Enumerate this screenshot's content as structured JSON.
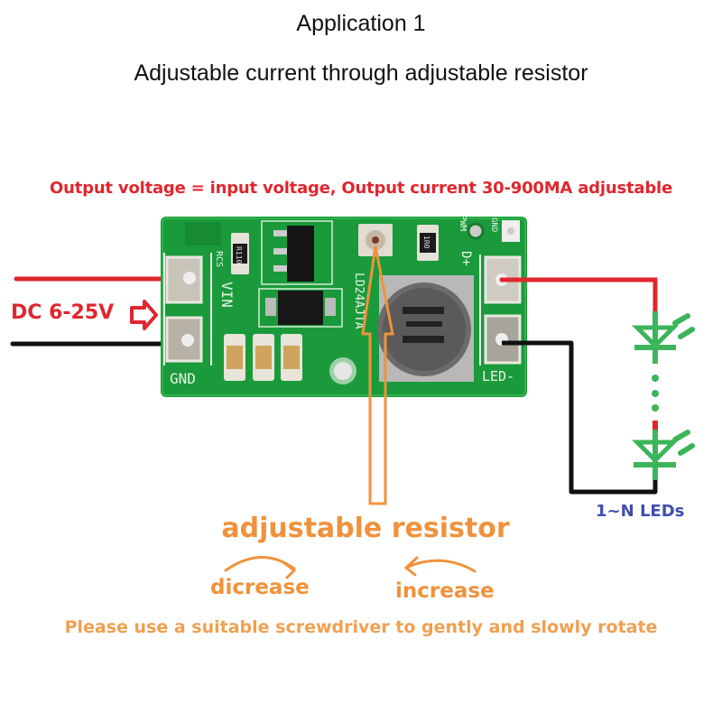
{
  "header": {
    "title": "Application 1",
    "subtitle": "Adjustable current through adjustable resistor"
  },
  "spec_note": "Output voltage = input voltage, Output current 30-900MA adjustable",
  "input": {
    "label": "DC 6-25V",
    "arrow_icon": "right-arrow-icon",
    "wire_colors": {
      "positive": "#e0262e",
      "negative": "#111111"
    }
  },
  "board": {
    "pcb_color": "#1a9a3a",
    "silkscreen": {
      "vin": "VIN",
      "gnd": "GND",
      "led_plus": "D+",
      "led_minus": "LED-",
      "pwm": "PWM",
      "gnd_small": "GND",
      "chip": "LD24AJTA",
      "rcs": "RCS",
      "resistor_code": "R110",
      "resistor2_code": "1R0"
    }
  },
  "output": {
    "led_label": "1~N LEDs",
    "led_color": "#3cb55a",
    "led_count_shown": 2
  },
  "adjuster": {
    "label": "adjustable resistor",
    "decrease_label": "dicrease",
    "increase_label": "increase",
    "hint": "Please use a suitable screwdriver to gently and slowly rotate",
    "accent_color": "#f0923c"
  }
}
